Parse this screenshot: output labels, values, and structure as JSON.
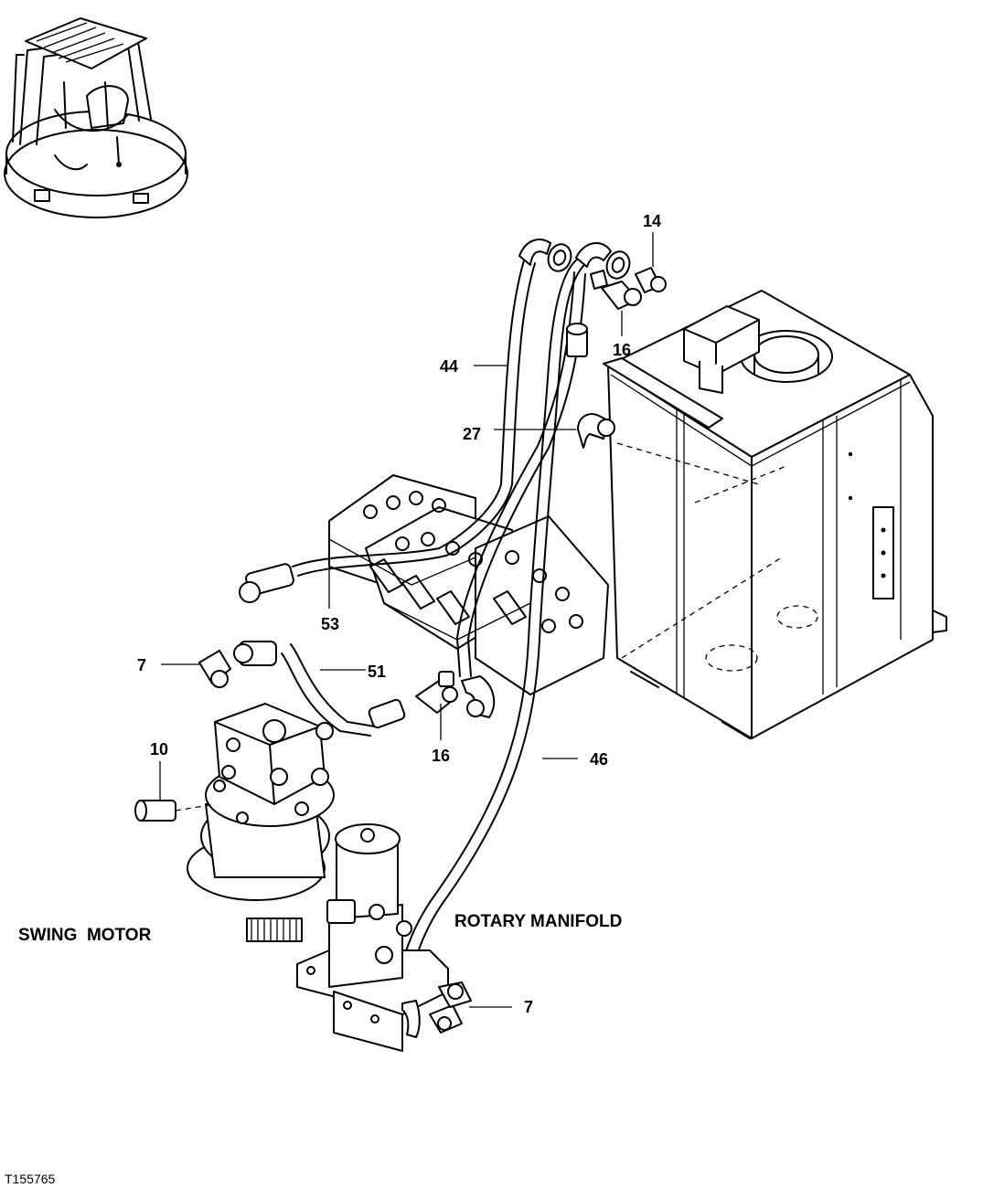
{
  "figure_id": "T155765",
  "captions": {
    "swing_motor": "SWING  MOTOR",
    "rotary_manifold": "ROTARY MANIFOLD"
  },
  "callouts": {
    "c14": "14",
    "c16_top": "16",
    "c44": "44",
    "c27": "27",
    "c53": "53",
    "c7_left": "7",
    "c51": "51",
    "c16_mid": "16",
    "c46": "46",
    "c10": "10",
    "c7_bottom": "7"
  }
}
